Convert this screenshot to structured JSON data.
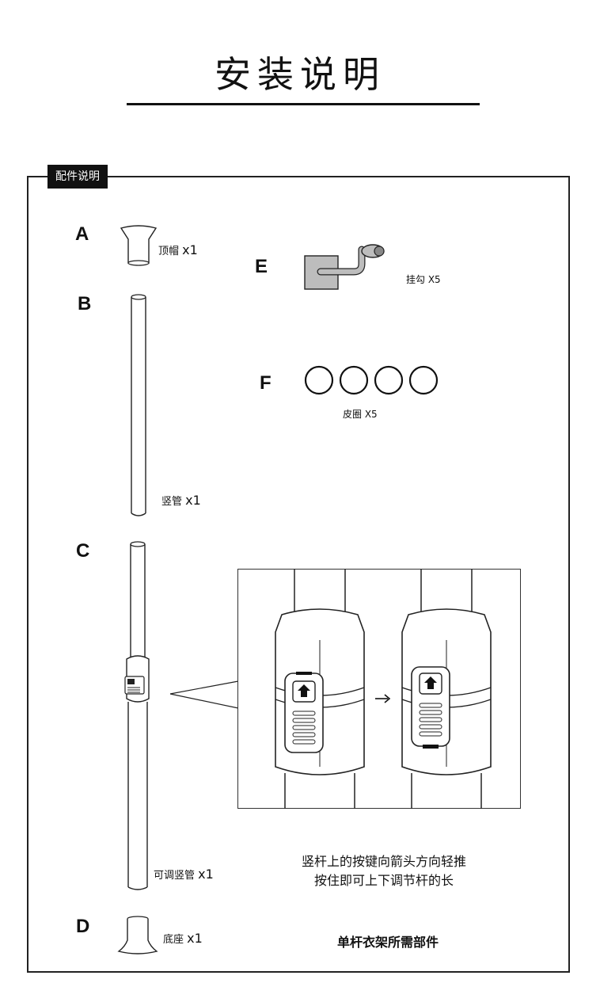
{
  "page_title": "安装说明",
  "section_label": "配件说明",
  "parts": {
    "a": {
      "letter": "A",
      "name": "顶帽",
      "qty": "x1"
    },
    "b": {
      "letter": "B",
      "name": "竖管",
      "qty": "x1"
    },
    "c": {
      "letter": "C",
      "name": "可调竖管",
      "qty": "x1"
    },
    "d": {
      "letter": "D",
      "name": "底座",
      "qty": "x1"
    },
    "e": {
      "letter": "E",
      "label": "挂勾 X5"
    },
    "f": {
      "letter": "F",
      "label": "皮圈 X5"
    }
  },
  "instruction": {
    "line1": "竖杆上的按键向箭头方向轻推",
    "line2": "按住即可上下调节杆的长"
  },
  "footer_note": "单杆衣架所需部件",
  "colors": {
    "ink": "#111111",
    "hook_fill": "#bdbdbd",
    "pole_fill": "#ffffff"
  },
  "icons": {
    "arrow": "right-arrow-icon",
    "button": "up-arrow-house-icon"
  }
}
